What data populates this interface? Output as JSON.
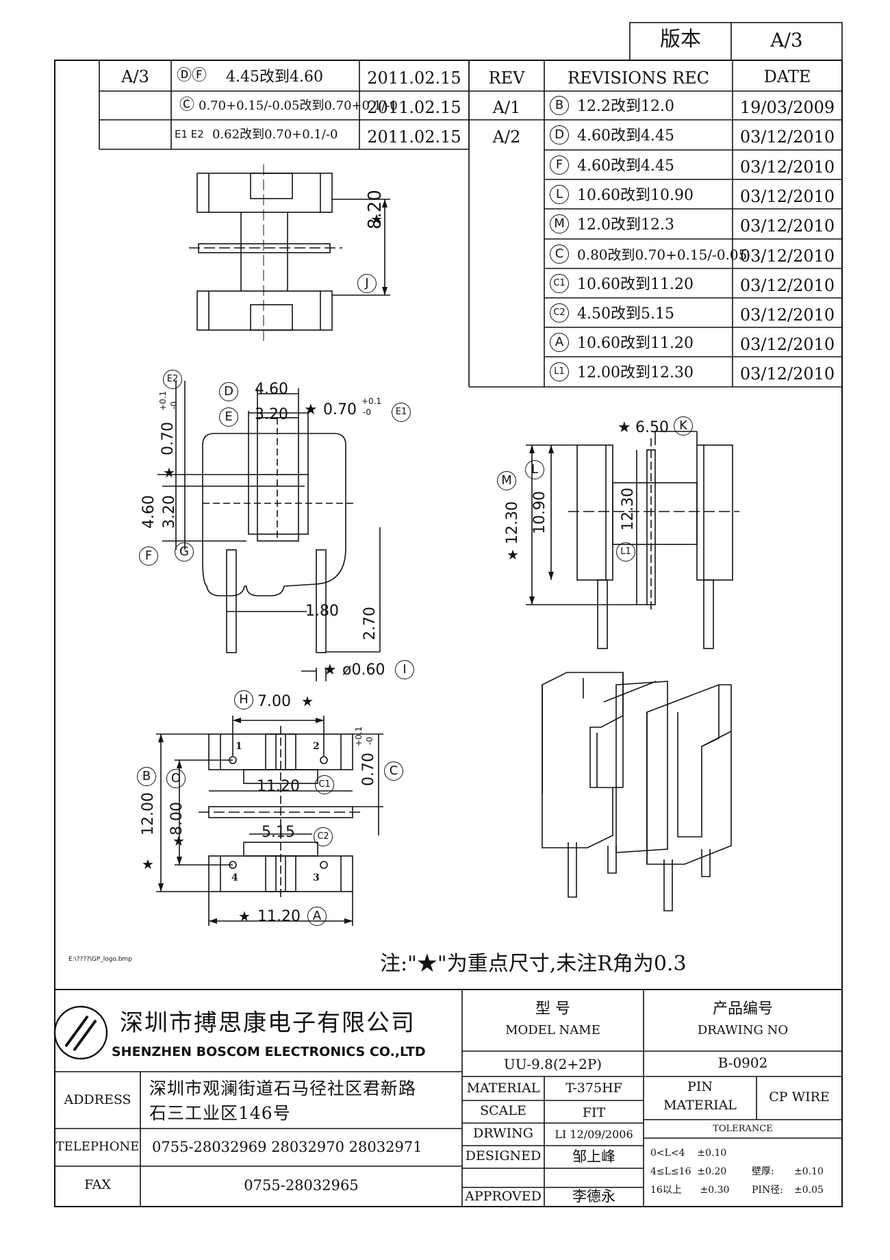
{
  "version_box": {
    "label": "版本",
    "value": "A/3"
  },
  "left_revisions": [
    {
      "rev": "A/3",
      "marks": "ⒹⒻ",
      "desc": "4.45改到4.60",
      "date": "2011.02.15"
    },
    {
      "rev": "",
      "marks": "Ⓒ",
      "desc": "0.70+0.15/-0.05改到0.70+0.1/-0",
      "date": "2011.02.15"
    },
    {
      "rev": "",
      "marks": "E1 E2",
      "desc": "0.62改到0.70+0.1/-0",
      "date": "2011.02.15"
    }
  ],
  "right_revisions": {
    "headers": [
      "REV",
      "REVISIONS REC",
      "DATE"
    ],
    "rows": [
      {
        "rev": "A/1",
        "mark": "B",
        "desc": "12.2改到12.0",
        "date": "19/03/2009"
      },
      {
        "rev": "A/2",
        "mark": "D",
        "desc": "4.60改到4.45",
        "date": "03/12/2010"
      },
      {
        "rev": "",
        "mark": "F",
        "desc": "4.60改到4.45",
        "date": "03/12/2010"
      },
      {
        "rev": "",
        "mark": "L",
        "desc": "10.60改到10.90",
        "date": "03/12/2010"
      },
      {
        "rev": "",
        "mark": "M",
        "desc": "12.0改到12.3",
        "date": "03/12/2010"
      },
      {
        "rev": "",
        "mark": "C",
        "desc": "0.80改到0.70+0.15/-0.05",
        "date": "03/12/2010"
      },
      {
        "rev": "",
        "mark": "C1",
        "desc": "10.60改到11.20",
        "date": "03/12/2010"
      },
      {
        "rev": "",
        "mark": "C2",
        "desc": "4.50改到5.15",
        "date": "03/12/2010"
      },
      {
        "rev": "",
        "mark": "A",
        "desc": "10.60改到11.20",
        "date": "03/12/2010"
      },
      {
        "rev": "",
        "mark": "L1",
        "desc": "12.00改到12.30",
        "date": "03/12/2010"
      }
    ]
  },
  "dimensions": {
    "d820": "8.20",
    "d460": "4.60",
    "d320": "3.20",
    "d070": "0.70",
    "tol_p01": "+0.1",
    "tol_m0": "-0",
    "d180": "1.80",
    "d270": "2.70",
    "d060": "ø0.60",
    "d650": "6.50",
    "d1230": "12.30",
    "d1090": "10.90",
    "d700": "7.00",
    "d1120": "11.20",
    "d515": "5.15",
    "d1200": "12.00",
    "d800": "8.00",
    "pin1": "1",
    "pin2": "2",
    "pin3": "3",
    "pin4": "4",
    "star": "★"
  },
  "callouts": {
    "A": "A",
    "B": "B",
    "C": "C",
    "C1": "C1",
    "C2": "C2",
    "D": "D",
    "E": "E",
    "E1": "E1",
    "E2": "E2",
    "F": "F",
    "G": "G",
    "H": "H",
    "I": "I",
    "J": "J",
    "K": "K",
    "L": "L",
    "L1": "L1",
    "M": "M",
    "O": "O"
  },
  "logo_path": "E:\\????\\GP_logo.bmp",
  "note": "注:\"★\"为重点尺寸,未注R角为0.3",
  "title_block": {
    "company_cn": "深圳市搏思康电子有限公司",
    "company_en": "SHENZHEN BOSCOM ELECTRONICS CO.,LTD",
    "model_label_cn": "型    号",
    "model_label_en": "MODEL NAME",
    "model_value": "UU-9.8(2+2P)",
    "drawing_label_cn": "产品编号",
    "drawing_label_en": "DRAWING NO",
    "drawing_value": "B-0902",
    "address_label": "ADDRESS",
    "address_line1": "深圳市观澜街道石马径社区君新路",
    "address_line2": "石三工业区146号",
    "telephone_label": "TELEPHONE",
    "telephone_value": "0755-28032969 28032970 28032971",
    "fax_label": "FAX",
    "fax_value": "0755-28032965",
    "material_label": "MATERIAL",
    "material_value": "T-375HF",
    "scale_label": "SCALE",
    "scale_value": "FIT",
    "drawing_by_label": "DRWING",
    "drawing_by_value": "LI 12/09/2006",
    "designed_label": "DESIGNED",
    "designed_value": "邹上峰",
    "approved_label": "APPROVED",
    "approved_value": "李德永",
    "pin_material_label1": "PIN",
    "pin_material_label2": "MATERIAL",
    "pin_material_value": "CP WIRE",
    "tolerance_label": "TOLERANCE",
    "tol_row1": "0<L<4    ±0.10",
    "tol_row2": "4≤L≤16  ±0.20",
    "tol_row3": "16以上      ±0.30",
    "wall_label": "壁厚:",
    "wall_value": "±0.10",
    "pin_dia_label": "PIN径:",
    "pin_dia_value": "±0.05"
  }
}
